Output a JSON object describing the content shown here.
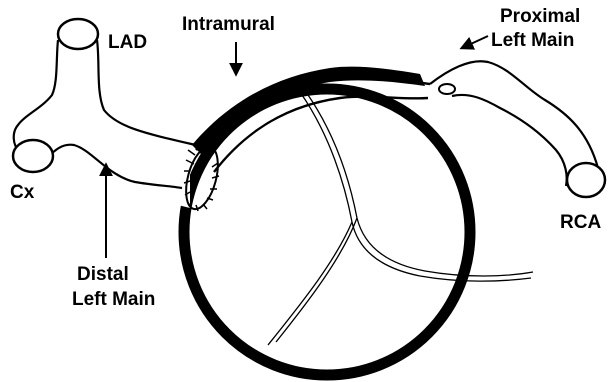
{
  "labels": {
    "lad": "LAD",
    "intramural": "Intramural",
    "proximal_line1": "Proximal",
    "proximal_line2": "Left Main",
    "cx": "Cx",
    "distal_line1": "Distal",
    "distal_line2": "Left Main",
    "rca": "RCA"
  },
  "colors": {
    "stroke": "#000000",
    "background": "#ffffff"
  }
}
